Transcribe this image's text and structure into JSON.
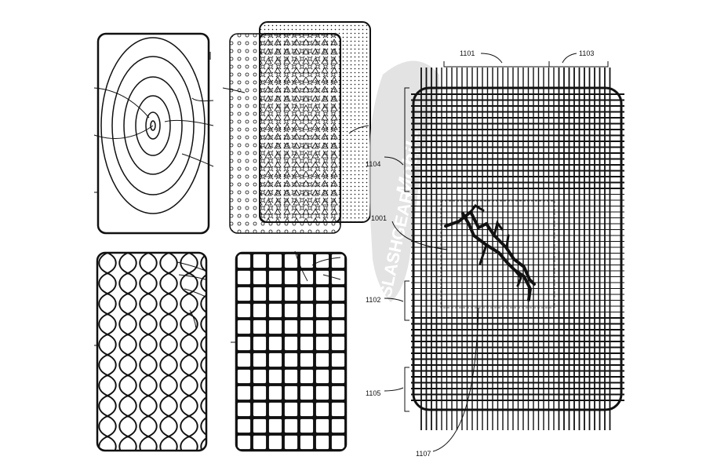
{
  "watermark": {
    "brand": "SLASHGEAR",
    "sub": "Mobile"
  },
  "labels": {
    "ref_1101": "1101",
    "ref_1103": "1103",
    "ref_1104": "1104",
    "ref_1001": "1001",
    "ref_1102": "1102",
    "ref_1105": "1105",
    "ref_1107": "1107"
  },
  "colors": {
    "ink": "#111111",
    "watermark_fill": "#d9d9d9"
  }
}
